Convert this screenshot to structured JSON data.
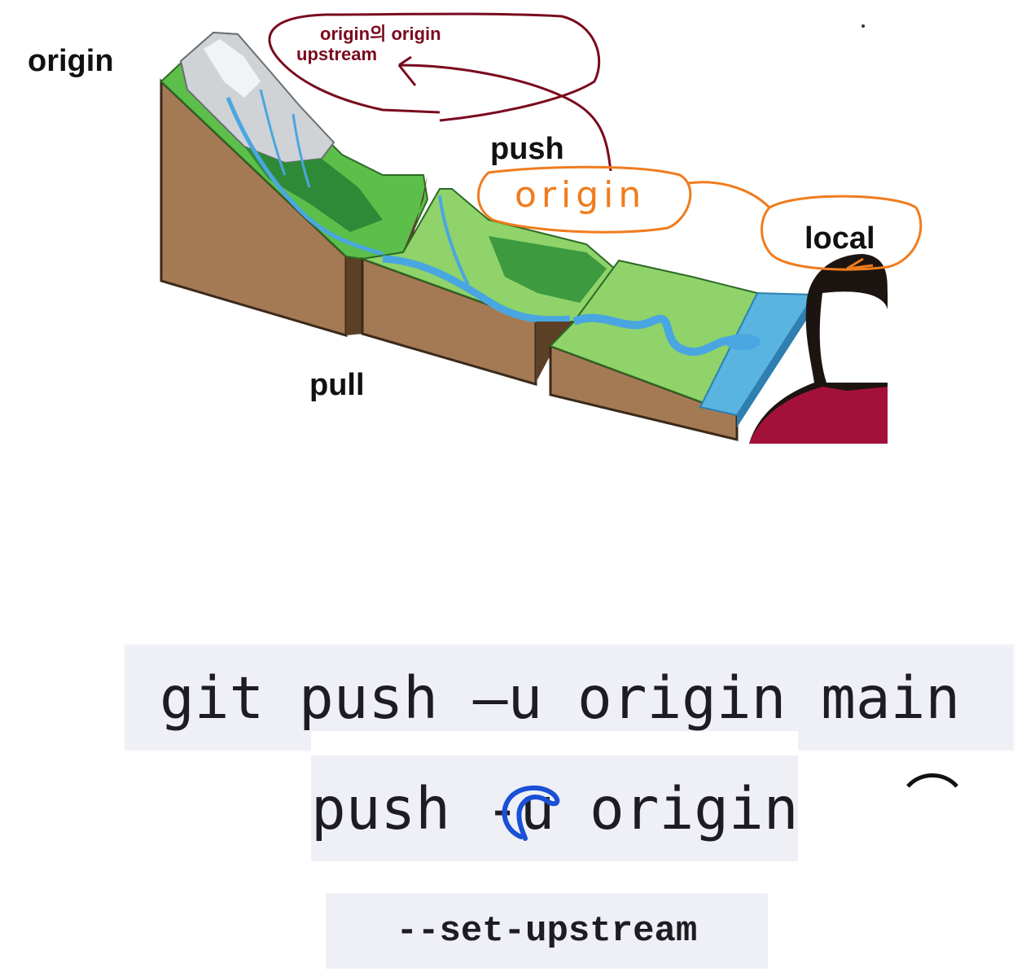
{
  "diagram": {
    "labels": {
      "origin": "origin",
      "push": "push",
      "pull": "pull",
      "local": "local"
    },
    "annotations": {
      "origin_of_origin": "origin의 origin",
      "upstream": "upstream",
      "handwritten_origin": "origin"
    },
    "colors": {
      "annotation_dark_red": "#7a0a1e",
      "annotation_orange": "#f07c1e",
      "annotation_blue": "#1a4fd6",
      "water": "#5ab4e0",
      "grass": "#5cbf4a",
      "soil": "#9c7654"
    }
  },
  "commands": {
    "full": "git push –u origin main",
    "short": "push -u origin",
    "long_option": "--set-upstream"
  }
}
